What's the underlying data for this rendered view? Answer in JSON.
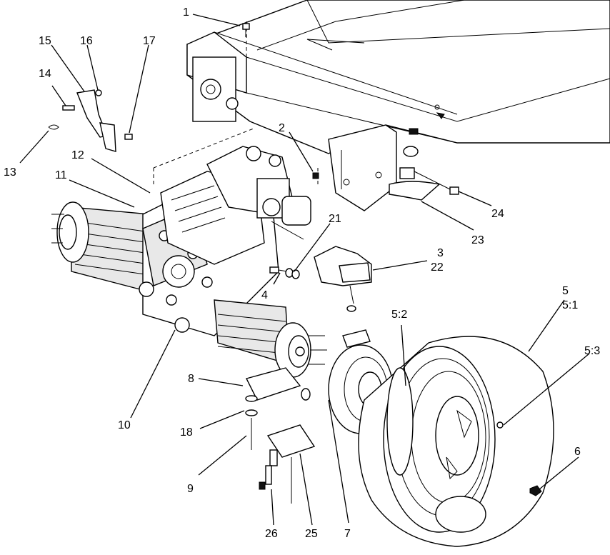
{
  "callouts": {
    "c1": "1",
    "c2": "2",
    "c3": "3",
    "c22": "22",
    "c4": "4",
    "c5": "5",
    "c5_1": "5:1",
    "c5_2": "5:2",
    "c5_3": "5:3",
    "c6": "6",
    "c7": "7",
    "c8": "8",
    "c9": "9",
    "c10": "10",
    "c11": "11",
    "c12": "12",
    "c13": "13",
    "c14": "14",
    "c15": "15",
    "c16": "16",
    "c17": "17",
    "c18": "18",
    "c21": "21",
    "c23": "23",
    "c24": "24",
    "c25": "25",
    "c26": "26"
  }
}
